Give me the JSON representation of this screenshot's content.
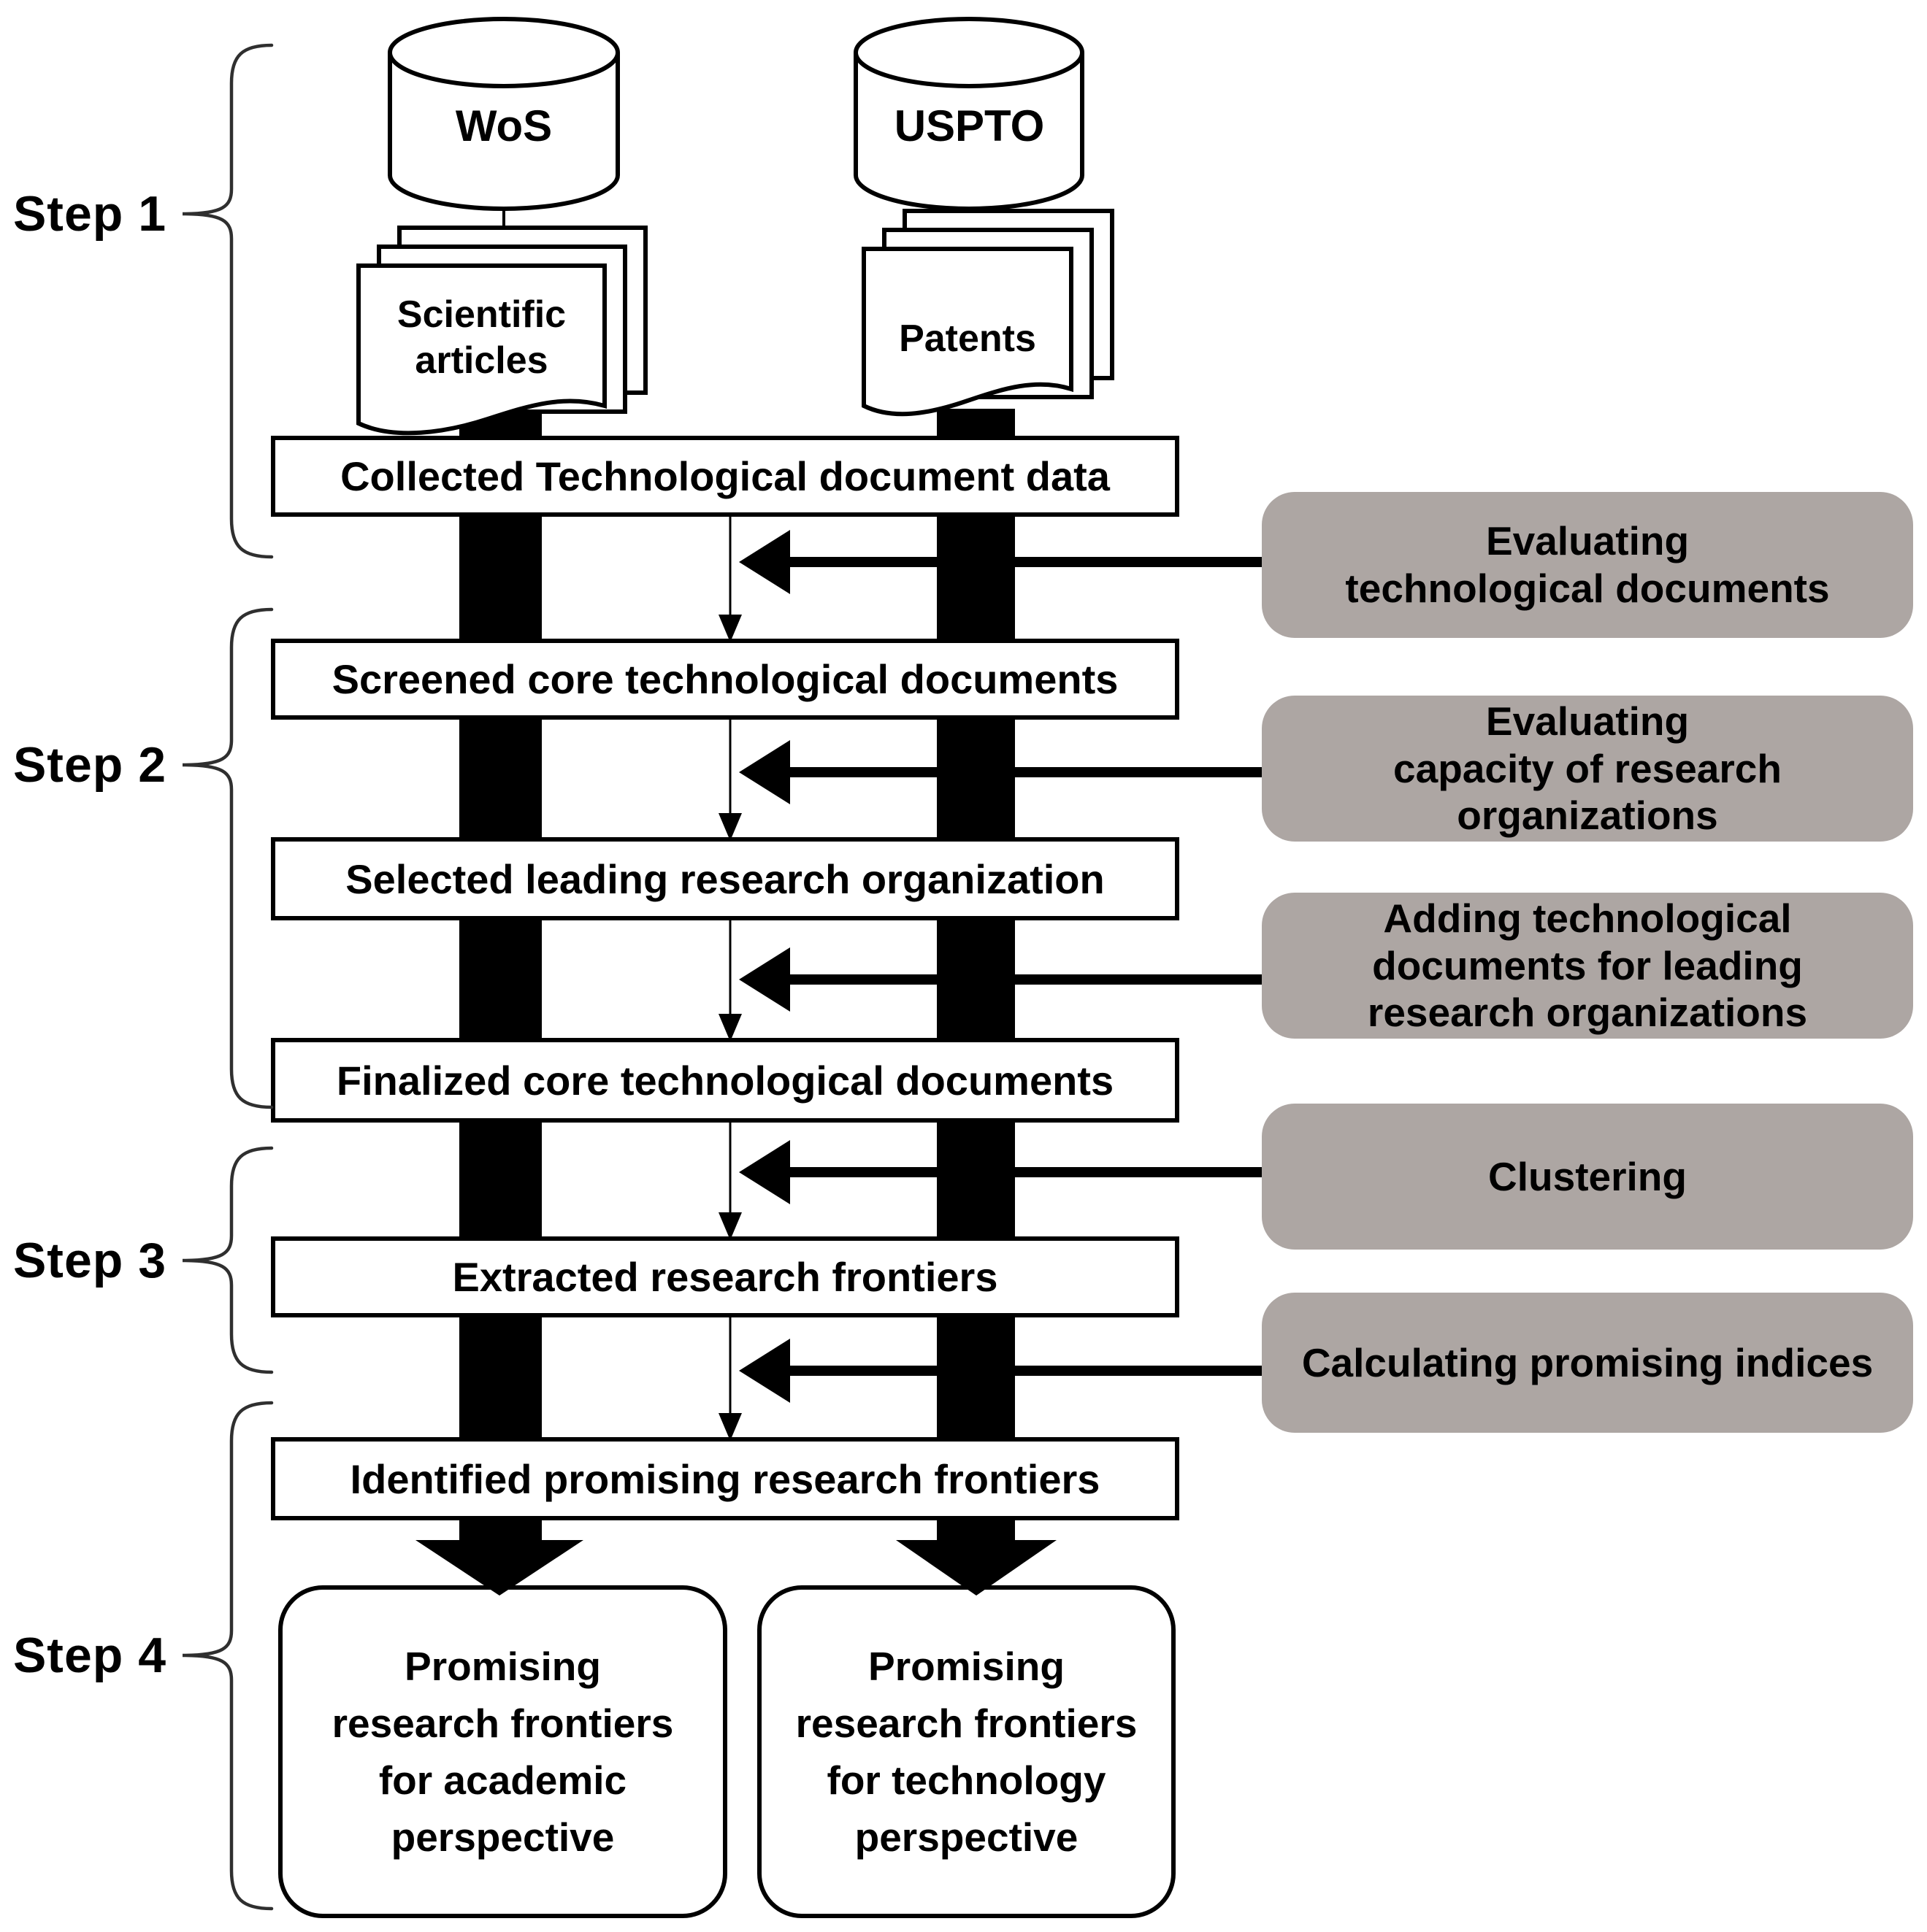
{
  "steps": [
    "Step 1",
    "Step 2",
    "Step 3",
    "Step 4"
  ],
  "sources": {
    "left": "WoS",
    "right": "USPTO"
  },
  "documents": {
    "left": "Scientific\narticles",
    "right": "Patents"
  },
  "pipeline": [
    "Collected Technological document data",
    "Screened core technological documents",
    "Selected leading research organization",
    "Finalized core technological documents",
    "Extracted research frontiers",
    "Identified promising research frontiers"
  ],
  "annotations": [
    "Evaluating\ntechnological documents",
    "Evaluating\ncapacity of research\norganizations",
    "Adding technological\ndocuments for leading\nresearch organizations",
    "Clustering",
    "Calculating promising indices"
  ],
  "outputs": [
    "Promising\nresearch frontiers\nfor academic\nperspective",
    "Promising\nresearch frontiers\nfor technology\nperspective"
  ],
  "colors": {
    "annotation_bg": "#ada6a3",
    "ink": "#000000",
    "brace": "#2f2f2f"
  }
}
